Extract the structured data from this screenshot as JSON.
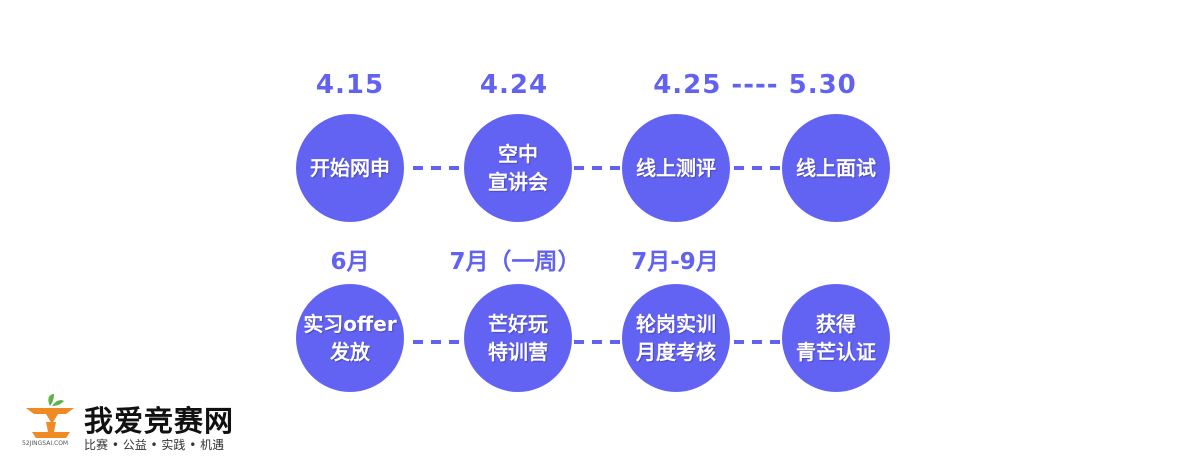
{
  "timeline": {
    "row1": {
      "dates": [
        "4.15",
        "4.24",
        "4.25 ---- 5.30"
      ],
      "steps": [
        {
          "lines": [
            "开始网申"
          ]
        },
        {
          "lines": [
            "空中",
            "宣讲会"
          ]
        },
        {
          "lines": [
            "线上测评"
          ]
        },
        {
          "lines": [
            "线上面试"
          ]
        }
      ]
    },
    "row2": {
      "dates": [
        "6月",
        "7月（一周）",
        "7月-9月"
      ],
      "steps": [
        {
          "lines": [
            "实习offer",
            "发放"
          ]
        },
        {
          "lines": [
            "芒好玩",
            "特训营"
          ]
        },
        {
          "lines": [
            "轮岗实训",
            "月度考核"
          ]
        },
        {
          "lines": [
            "获得",
            "青芒认证"
          ]
        }
      ]
    }
  },
  "brand": {
    "name": "我爱竞赛网",
    "tagline": "比赛 • 公益 • 实践 • 机遇",
    "url": "52JINGSAI.COM"
  },
  "colors": {
    "accent": "#6363f3",
    "logo_orange": "#f08a24",
    "logo_green": "#5fb246"
  }
}
